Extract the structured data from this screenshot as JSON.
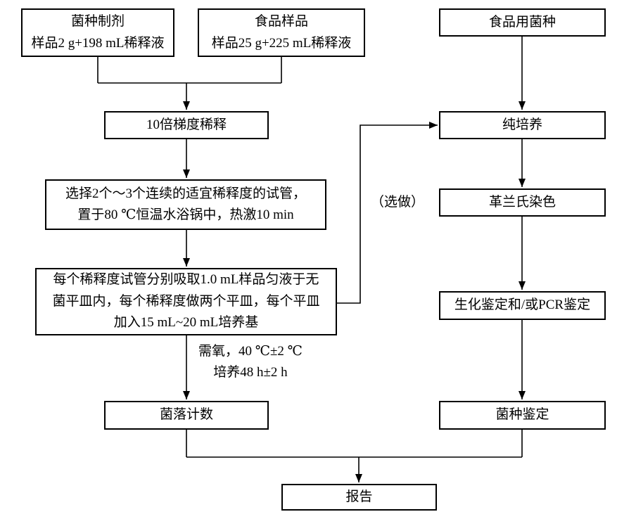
{
  "boxes": {
    "inoculant": {
      "line1": "菌种制剂",
      "line2": "样品2 g+198 mL稀释液"
    },
    "food_sample": {
      "line1": "食品样品",
      "line2": "样品25 g+225 mL稀释液"
    },
    "food_culture": {
      "label": "食品用菌种"
    },
    "dilution": {
      "label": "10倍梯度稀释"
    },
    "select_tubes": {
      "line1": "选择2个～3个连续的适宜稀释度的试管，",
      "line2": "置于80 ℃恒温水浴锅中，热激10 min"
    },
    "plating": {
      "line1": "每个稀释度试管分别吸取1.0 mL样品匀液于无",
      "line2": "菌平皿内，每个稀释度做两个平皿，每个平皿",
      "line3": "加入15 mL~20 mL培养基"
    },
    "colony_count": {
      "label": "菌落计数"
    },
    "pure_culture": {
      "label": "纯培养"
    },
    "gram_stain": {
      "label": "革兰氏染色"
    },
    "biochem_pcr": {
      "label": "生化鉴定和/或PCR鉴定"
    },
    "strain_id": {
      "label": "菌种鉴定"
    },
    "report": {
      "label": "报告"
    }
  },
  "annotations": {
    "optional": "（选做）",
    "incubation_line1": "需氧，40 ℃±2 ℃",
    "incubation_line2": "培养48 h±2 h"
  },
  "colors": {
    "line": "#000000",
    "background": "#ffffff"
  }
}
